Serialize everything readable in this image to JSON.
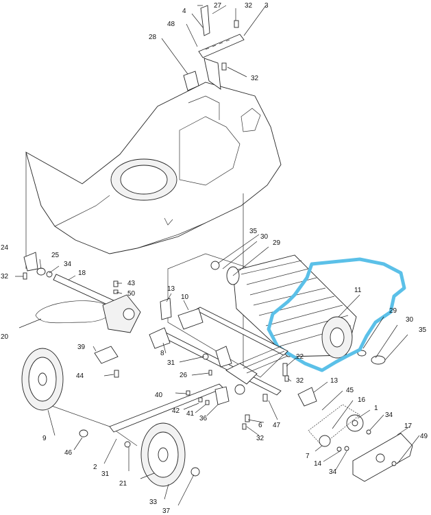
{
  "callouts": [
    {
      "id": "c27",
      "text": "27"
    },
    {
      "id": "c4",
      "text": "4"
    },
    {
      "id": "c32a",
      "text": "32"
    },
    {
      "id": "c3",
      "text": "3"
    },
    {
      "id": "c48",
      "text": "48"
    },
    {
      "id": "c28",
      "text": "28"
    },
    {
      "id": "c32b",
      "text": "32"
    },
    {
      "id": "c24",
      "text": "24"
    },
    {
      "id": "c25",
      "text": "25"
    },
    {
      "id": "c34a",
      "text": "34"
    },
    {
      "id": "c32c",
      "text": "32"
    },
    {
      "id": "c18",
      "text": "18"
    },
    {
      "id": "c43",
      "text": "43"
    },
    {
      "id": "c50",
      "text": "50"
    },
    {
      "id": "c20",
      "text": "20"
    },
    {
      "id": "c39",
      "text": "39"
    },
    {
      "id": "c44",
      "text": "44"
    },
    {
      "id": "c13a",
      "text": "13"
    },
    {
      "id": "c10",
      "text": "10"
    },
    {
      "id": "c8",
      "text": "8"
    },
    {
      "id": "c31a",
      "text": "31"
    },
    {
      "id": "c26",
      "text": "26"
    },
    {
      "id": "c35a",
      "text": "35"
    },
    {
      "id": "c30a",
      "text": "30"
    },
    {
      "id": "c29a",
      "text": "29"
    },
    {
      "id": "c11",
      "text": "11"
    },
    {
      "id": "c29b",
      "text": "29"
    },
    {
      "id": "c30b",
      "text": "30"
    },
    {
      "id": "c35b",
      "text": "35"
    },
    {
      "id": "c22",
      "text": "22"
    },
    {
      "id": "c32d",
      "text": "32"
    },
    {
      "id": "c13b",
      "text": "13"
    },
    {
      "id": "c45",
      "text": "45"
    },
    {
      "id": "c16",
      "text": "16"
    },
    {
      "id": "c1",
      "text": "1"
    },
    {
      "id": "c34b",
      "text": "34"
    },
    {
      "id": "c17",
      "text": "17"
    },
    {
      "id": "c49",
      "text": "49"
    },
    {
      "id": "c40",
      "text": "40"
    },
    {
      "id": "c42",
      "text": "42"
    },
    {
      "id": "c41",
      "text": "41"
    },
    {
      "id": "c36",
      "text": "36"
    },
    {
      "id": "c6",
      "text": "6"
    },
    {
      "id": "c32e",
      "text": "32"
    },
    {
      "id": "c47",
      "text": "47"
    },
    {
      "id": "c7",
      "text": "7"
    },
    {
      "id": "c14",
      "text": "14"
    },
    {
      "id": "c34c",
      "text": "34"
    },
    {
      "id": "c9",
      "text": "9"
    },
    {
      "id": "c46",
      "text": "46"
    },
    {
      "id": "c2",
      "text": "2"
    },
    {
      "id": "c31b",
      "text": "31"
    },
    {
      "id": "c21",
      "text": "21"
    },
    {
      "id": "c33",
      "text": "33"
    },
    {
      "id": "c37",
      "text": "37"
    }
  ],
  "colors": {
    "highlight": "#5bc0e8",
    "ink": "#222222"
  }
}
